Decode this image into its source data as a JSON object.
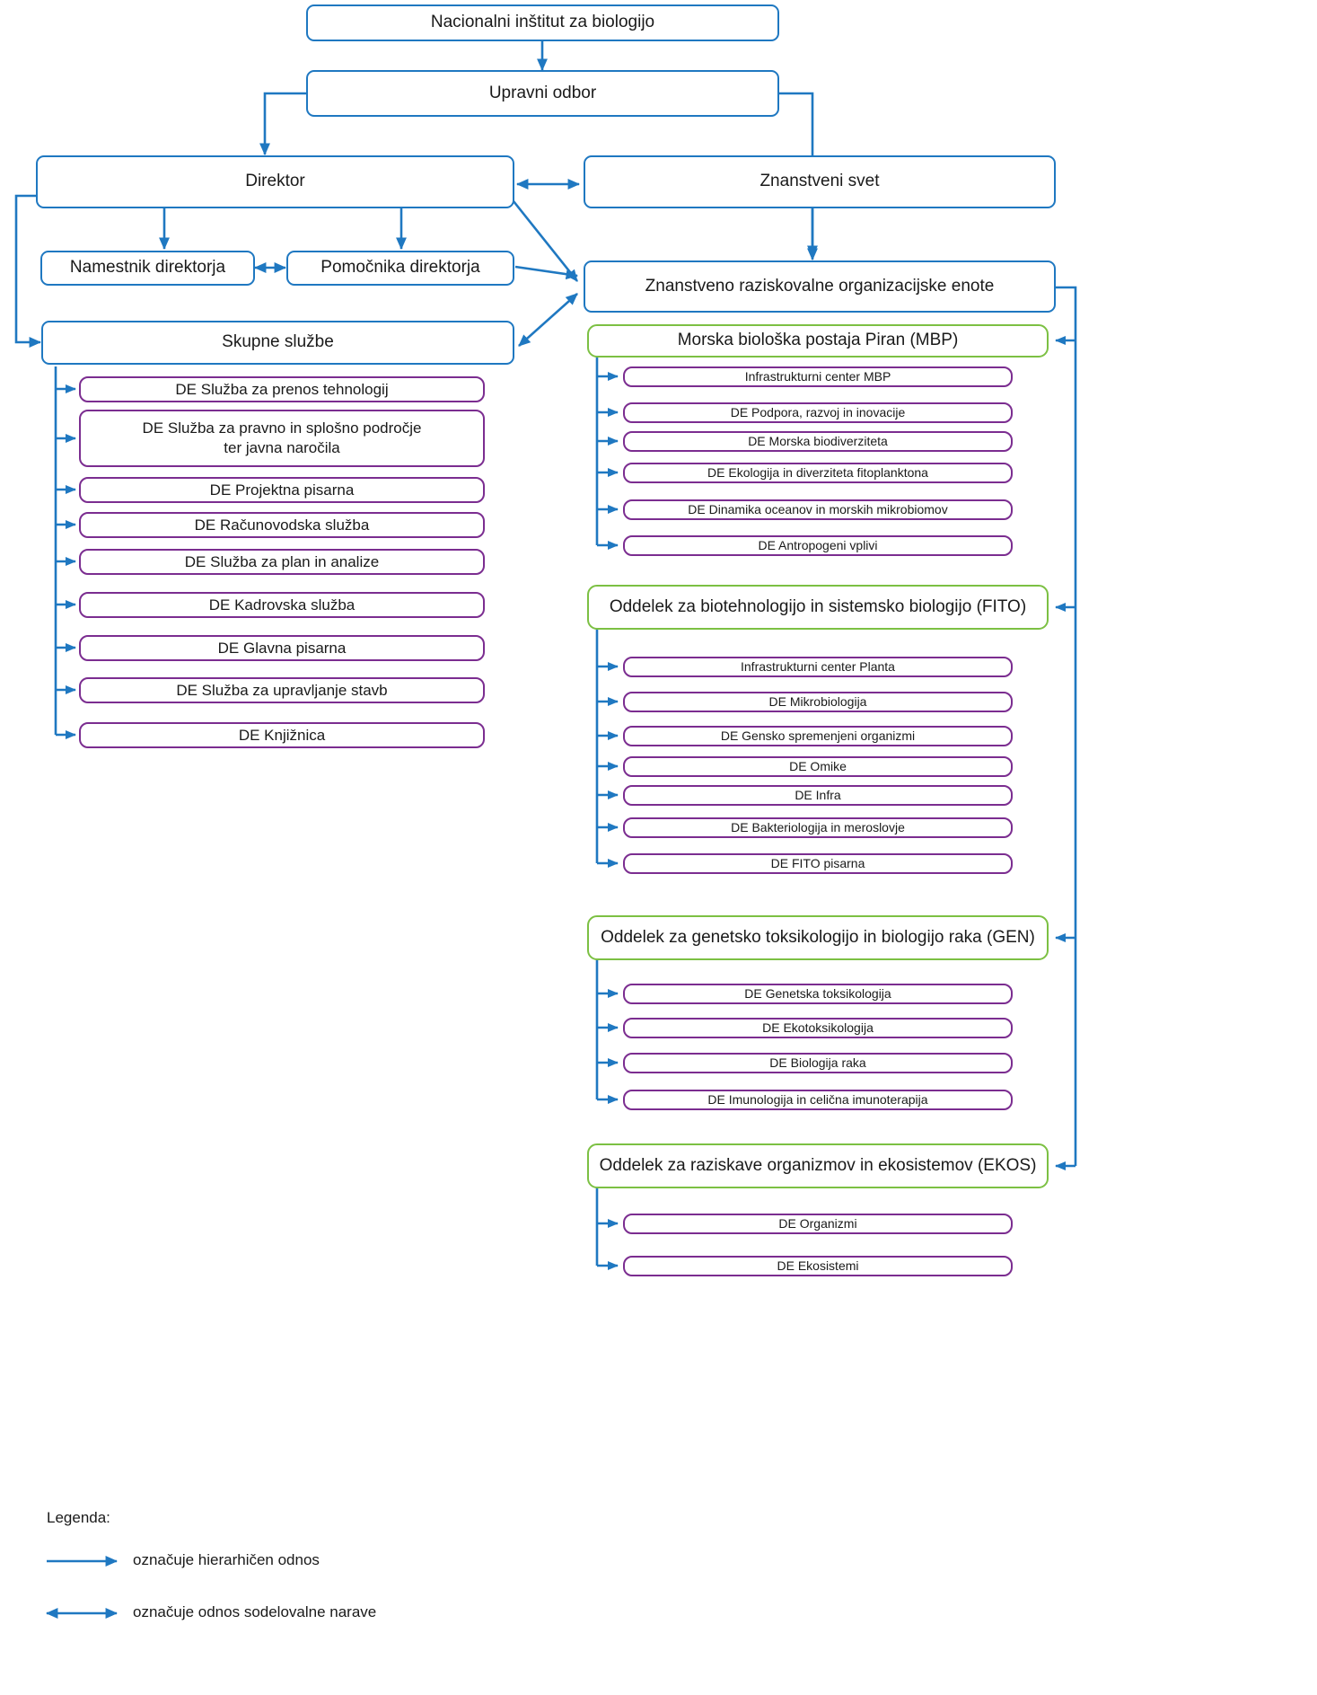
{
  "diagram": {
    "title_node": "Nacionalni inštitut za biologijo",
    "board": "Upravni odbor",
    "director": "Direktor",
    "science_council": "Znanstveni svet",
    "deputy": "Namestnik direktorja",
    "assistants": "Pomočnika direktorja",
    "common_services": "Skupne službe",
    "research_units": "Znanstveno raziskovalne organizacijske enote"
  },
  "common_services_children": [
    "DE Služba za prenos tehnologij",
    "DE Služba za pravno in  splošno področje\nter javna naročila",
    "DE Projektna pisarna",
    "DE Računovodska služba",
    "DE Služba za plan in analize",
    "DE Kadrovska služba",
    "DE Glavna pisarna",
    "DE Služba za upravljanje stavb",
    "DE Knjižnica"
  ],
  "departments": [
    {
      "name": "Morska biološka postaja Piran (MBP)",
      "children": [
        "Infrastrukturni center MBP",
        "DE Podpora, razvoj in inovacije",
        "DE Morska biodiverziteta",
        "DE Ekologija in diverziteta fitoplanktona",
        "DE Dinamika oceanov in morskih mikrobiomov",
        "DE Antropogeni vplivi"
      ]
    },
    {
      "name": "Oddelek za biotehnologijo in sistemsko biologijo (FITO)",
      "children": [
        "Infrastrukturni center Planta",
        "DE Mikrobiologija",
        "DE Gensko spremenjeni organizmi",
        "DE Omike",
        "DE Infra",
        "DE Bakteriologija in meroslovje",
        "DE FITO pisarna"
      ]
    },
    {
      "name": "Oddelek za genetsko toksikologijo in biologijo raka (GEN)",
      "children": [
        "DE Genetska toksikologija",
        "DE Ekotoksikologija",
        "DE Biologija raka",
        "DE Imunologija in celična imunoterapija"
      ]
    },
    {
      "name": "Oddelek za raziskave organizmov in ekosistemov (EKOS)",
      "children": [
        "DE Organizmi",
        "DE Ekosistemi"
      ]
    }
  ],
  "legend": {
    "title": "Legenda:",
    "hierarchy": "označuje hierarhičen odnos",
    "cooperation": "označuje odnos sodelovalne narave"
  },
  "colors": {
    "blue": "#1f78c1",
    "green": "#7cc043",
    "purple": "#7b2d90",
    "text": "#1a1a1a",
    "background": "#ffffff"
  }
}
